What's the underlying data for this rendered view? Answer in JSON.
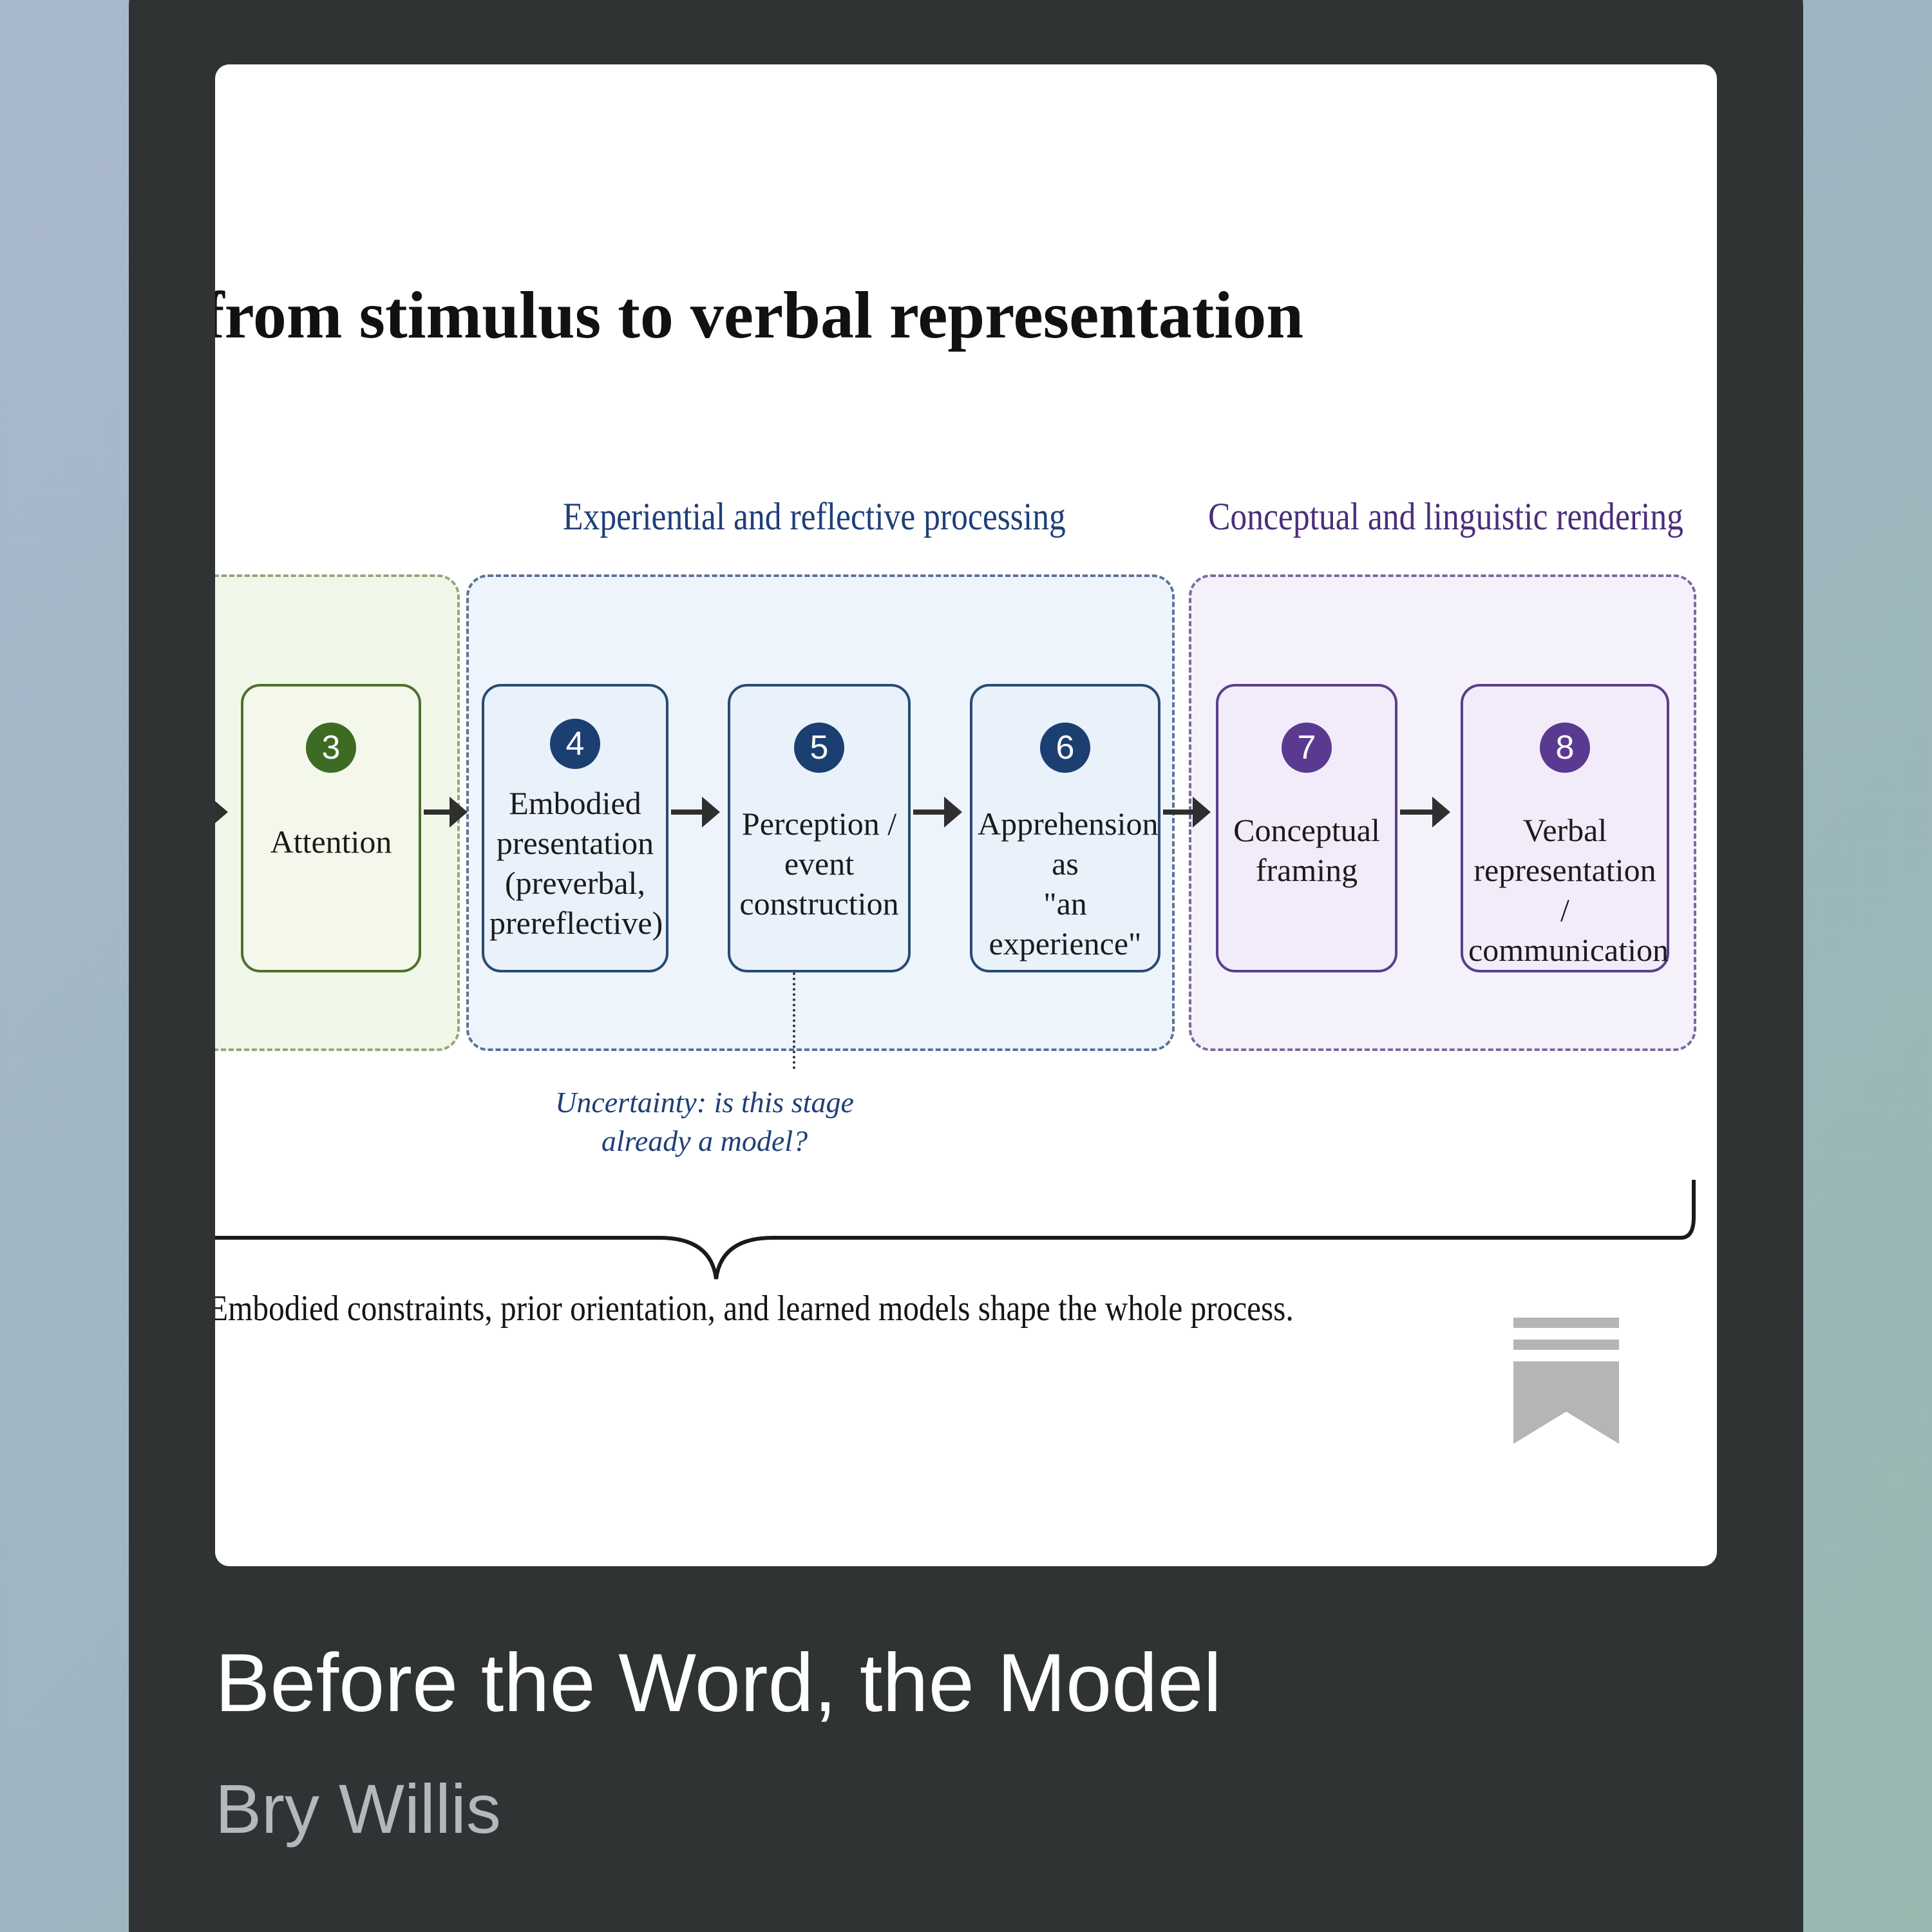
{
  "cover": {
    "title": "from stimulus to verbal representation",
    "groups": {
      "experiential": "Experiential and reflective processing",
      "conceptual": "Conceptual and linguistic rendering"
    },
    "stages": [
      {
        "number": "3",
        "label": "Attention"
      },
      {
        "number": "4",
        "label": "Embodied\npresentation\n(preverbal,\nprereflective)"
      },
      {
        "number": "5",
        "label": "Perception /\nevent\nconstruction"
      },
      {
        "number": "6",
        "label": "Apprehension\nas\n\"an experience\""
      },
      {
        "number": "7",
        "label": "Conceptual\nframing"
      },
      {
        "number": "8",
        "label": "Verbal\nrepresentation /\ncommunication"
      }
    ],
    "uncertainty_note": "Uncertainty: is this stage\nalready a model?",
    "caption": "Embodied constraints, prior orientation, and learned models shape the whole process."
  },
  "post": {
    "title": "Before the Word, the Model",
    "author": "Bry Willis"
  },
  "icons": {
    "bookmark": "bookmark-icon"
  },
  "colors": {
    "card_background": "#2f3334",
    "cover_background": "#ffffff",
    "experiential_accent": "#1f3f78",
    "conceptual_accent": "#4b2d7b",
    "attention_accent": "#3d6b24",
    "author_text": "#b4b8ba"
  }
}
